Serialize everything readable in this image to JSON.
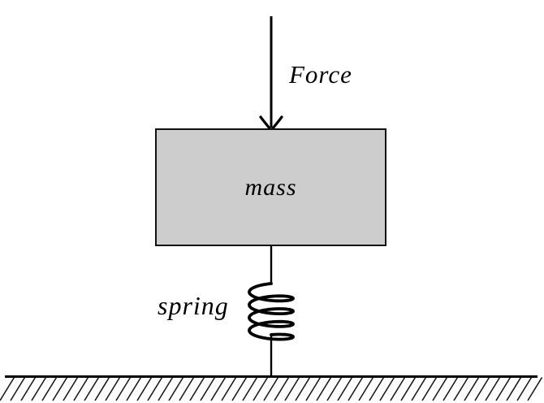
{
  "diagram": {
    "labels": {
      "force": "Force",
      "mass": "mass",
      "spring": "spring"
    },
    "colors": {
      "background": "#ffffff",
      "mass_fill": "#cdcdcd",
      "line": "#000000",
      "hatch": "#1a1a1a"
    }
  }
}
